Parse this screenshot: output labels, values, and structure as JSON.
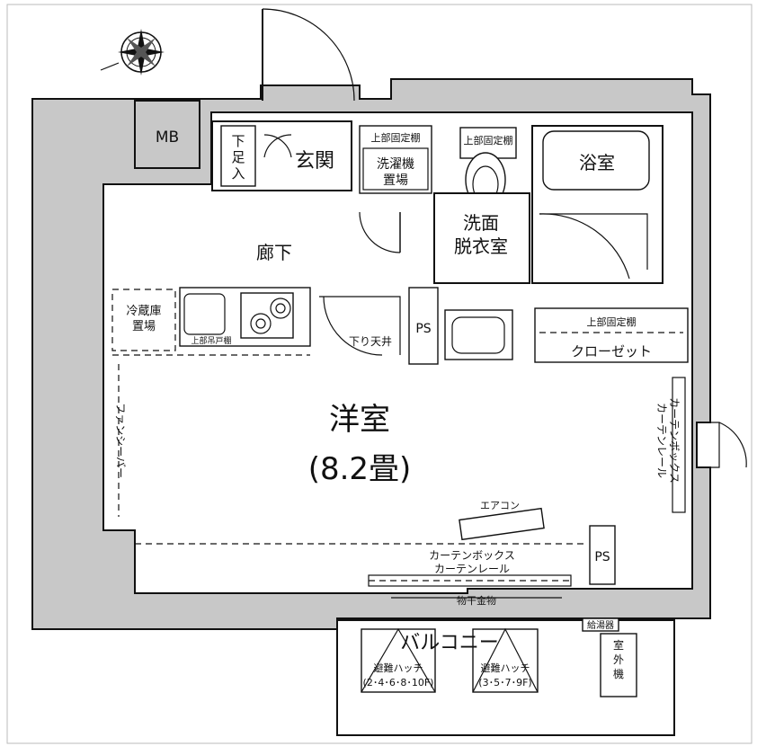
{
  "labels": {
    "mb": "MB",
    "getabako": "下\n足\n入",
    "genkan": "玄関",
    "upper_shelf_1": "上部固定棚",
    "washer": "洗濯機\n置場",
    "upper_shelf_2": "上部固定棚",
    "bath": "浴室",
    "corridor": "廊下",
    "senmen": "洗面\n脱衣室",
    "fridge": "冷蔵庫\n置場",
    "upper_shelf_kitchen": "上部吊戸棚",
    "sagari": "下り天井",
    "ps1": "PS",
    "upper_shelf_closet": "上部固定棚",
    "closet": "クローゼット",
    "fancy": "ファンシーバー",
    "yoshitsu": "洋室",
    "tatami": "(8.2畳)",
    "curtain_right": "カーテンレール\nカーテンボックス",
    "aircon": "エアコン",
    "ps2": "PS",
    "curtain_bottom_1": "カーテンボックス",
    "curtain_bottom_2": "カーテンレール",
    "monohoshi": "物干金物",
    "kyuhaiki": "給湯器",
    "balcony": "バルコニー",
    "outdoor_unit": "室\n外\n機",
    "hatch_1": "避難ハッチ",
    "hatch_1_floors": "(2･4･6･8･10F)",
    "hatch_2": "避難ハッチ",
    "hatch_2_floors": "(3･5･7･9F)"
  }
}
